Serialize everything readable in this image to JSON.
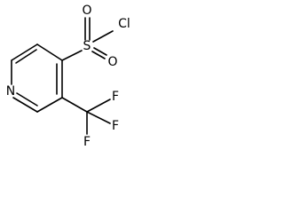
{
  "molecule": {
    "atoms": {
      "ring_nitrogen": "N",
      "sulfur": "S",
      "sulfonyl_oxygen_top": "O",
      "sulfonyl_oxygen_bottom": "O",
      "chlorine": "Cl",
      "fluorine_top": "F",
      "fluorine_right": "F",
      "fluorine_bottom": "F"
    }
  }
}
